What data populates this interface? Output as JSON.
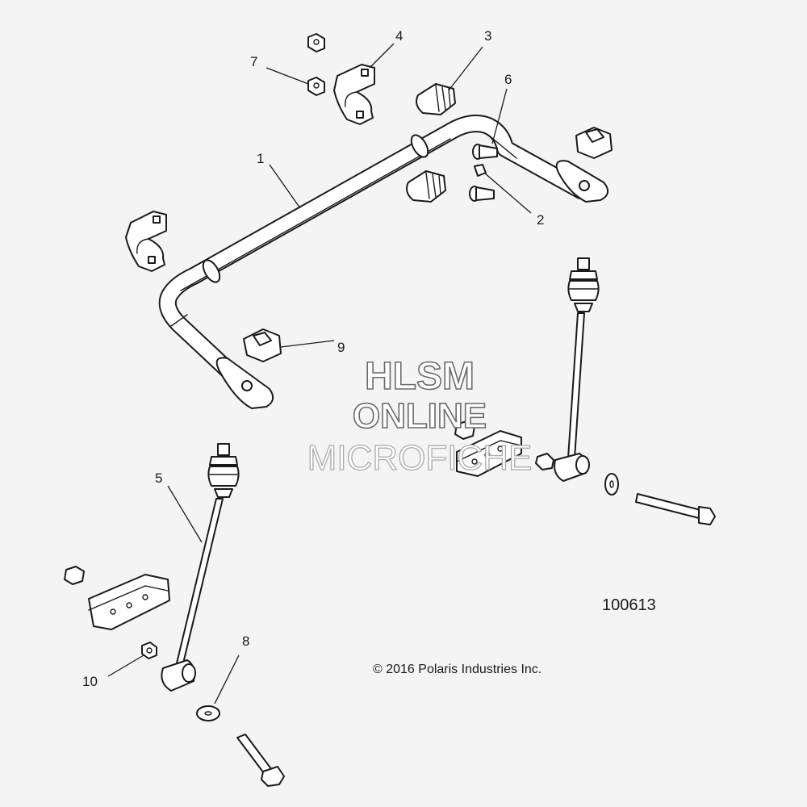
{
  "callouts": [
    "1",
    "2",
    "3",
    "4",
    "5",
    "6",
    "7",
    "8",
    "9",
    "10"
  ],
  "reference_number": "100613",
  "copyright": "© 2016 Polaris Industries Inc.",
  "watermark": {
    "line1": "HLSM",
    "line2": "ONLINE",
    "line3": "MICROFICHE"
  }
}
